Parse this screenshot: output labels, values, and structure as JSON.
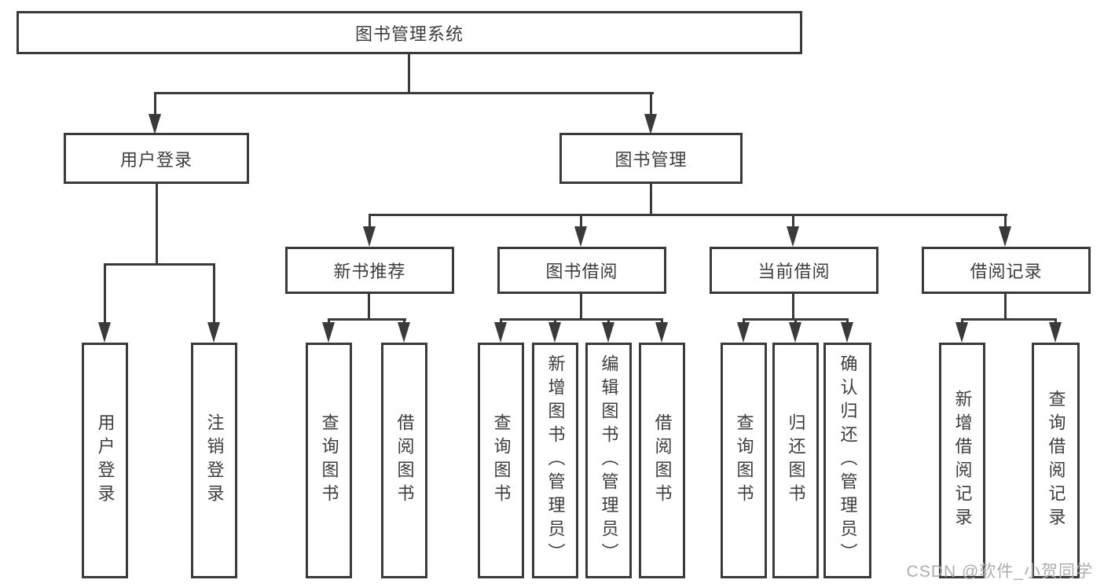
{
  "diagram": {
    "type": "tree",
    "root": {
      "label": "图书管理系统"
    },
    "branches": [
      {
        "label": "用户登录",
        "parent": "图书管理系统"
      },
      {
        "label": "图书管理",
        "parent": "图书管理系统"
      }
    ],
    "sections": [
      {
        "label": "新书推荐",
        "parent": "图书管理"
      },
      {
        "label": "图书借阅",
        "parent": "图书管理"
      },
      {
        "label": "当前借阅",
        "parent": "图书管理"
      },
      {
        "label": "借阅记录",
        "parent": "图书管理"
      }
    ],
    "leaves": [
      {
        "label": "用户登录",
        "parent": "用户登录"
      },
      {
        "label": "注销登录",
        "parent": "用户登录"
      },
      {
        "label": "查询图书",
        "parent": "新书推荐"
      },
      {
        "label": "借阅图书",
        "parent": "新书推荐"
      },
      {
        "label": "查询图书",
        "parent": "图书借阅"
      },
      {
        "label": "新增图书（管理员）",
        "parent": "图书借阅"
      },
      {
        "label": "编辑图书（管理员）",
        "parent": "图书借阅"
      },
      {
        "label": "借阅图书",
        "parent": "图书借阅"
      },
      {
        "label": "查询图书",
        "parent": "当前借阅"
      },
      {
        "label": "归还图书",
        "parent": "当前借阅"
      },
      {
        "label": "确认归还（管理员）",
        "parent": "当前借阅"
      },
      {
        "label": "新增借阅记录",
        "parent": "借阅记录"
      },
      {
        "label": "查询借阅记录",
        "parent": "借阅记录"
      }
    ]
  },
  "watermark": {
    "text": "CSDN @软件_小贺同学"
  },
  "colors": {
    "line": "#3a3a3a",
    "text": "#3d3d3d",
    "box_background": "#ffffff",
    "page_background": "#ffffff",
    "watermark": "#aeaeae"
  }
}
